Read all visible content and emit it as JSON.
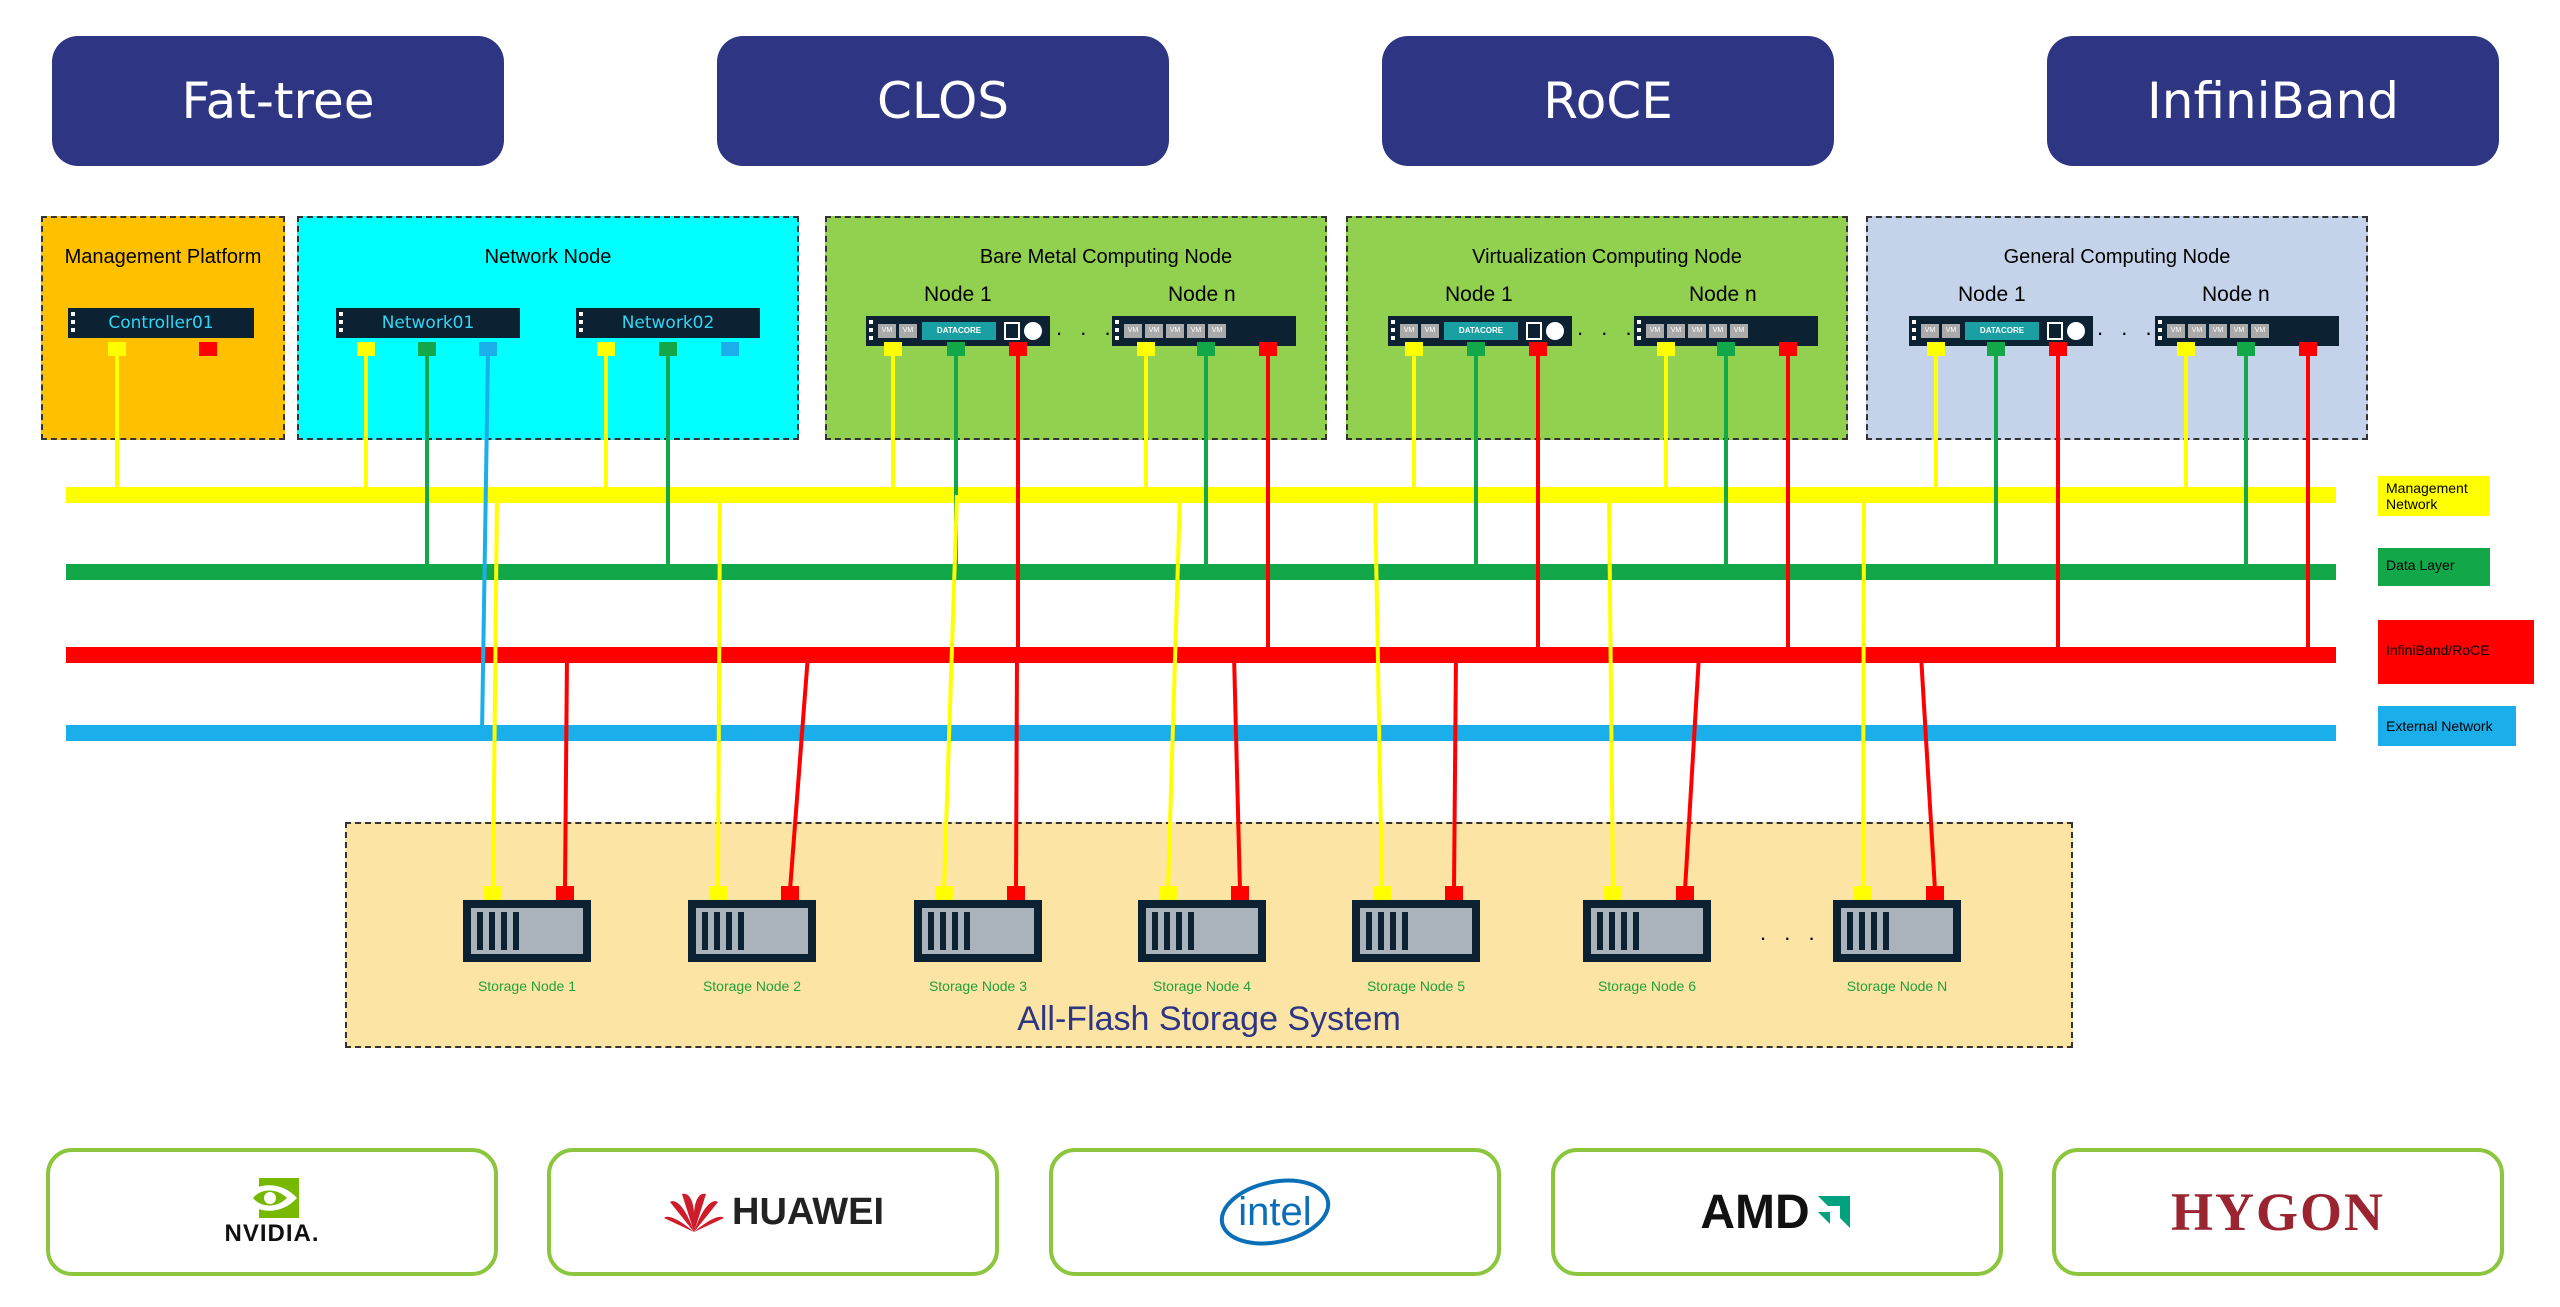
{
  "technologies": [
    "Fat-tree",
    "CLOS",
    "RoCE",
    "InfiniBand"
  ],
  "regions": {
    "management": "Management Platform",
    "network": "Network Node",
    "bare_metal": "Bare Metal Computing Node",
    "virtualization": "Virtualization Computing Node",
    "general": "General Computing Node"
  },
  "devices": {
    "controller": "Controller01",
    "network1": "Network01",
    "network2": "Network02"
  },
  "node_labels": {
    "node1": "Node 1",
    "noden": "Node n",
    "ellipsis": ". . ."
  },
  "server_tags": {
    "vm": "VM",
    "datacore": "DATACORE"
  },
  "legend": [
    {
      "label": "Management Network",
      "color": "#ffff00"
    },
    {
      "label": "Data Layer",
      "color": "#12a84a"
    },
    {
      "label": "InfiniBand/RoCE",
      "color": "#ff0000"
    },
    {
      "label": "External Network",
      "color": "#1aaeea"
    }
  ],
  "storage": {
    "title": "All-Flash Storage System",
    "nodes": [
      "Storage Node 1",
      "Storage Node 2",
      "Storage Node 3",
      "Storage Node 4",
      "Storage Node 5",
      "Storage Node 6",
      "Storage Node  N"
    ],
    "ellipsis": ". . ."
  },
  "vendors": [
    "NVIDIA.",
    "HUAWEI",
    "intel",
    "AMD",
    "HYGON"
  ],
  "colors": {
    "tech_box": "#2e3582",
    "management_region": "#ffc000",
    "network_region": "#00ffff",
    "compute_region": "#92d050",
    "general_region": "#c5d3ea",
    "storage_region": "#fbe4a4",
    "vendor_border": "#8cc63f"
  }
}
